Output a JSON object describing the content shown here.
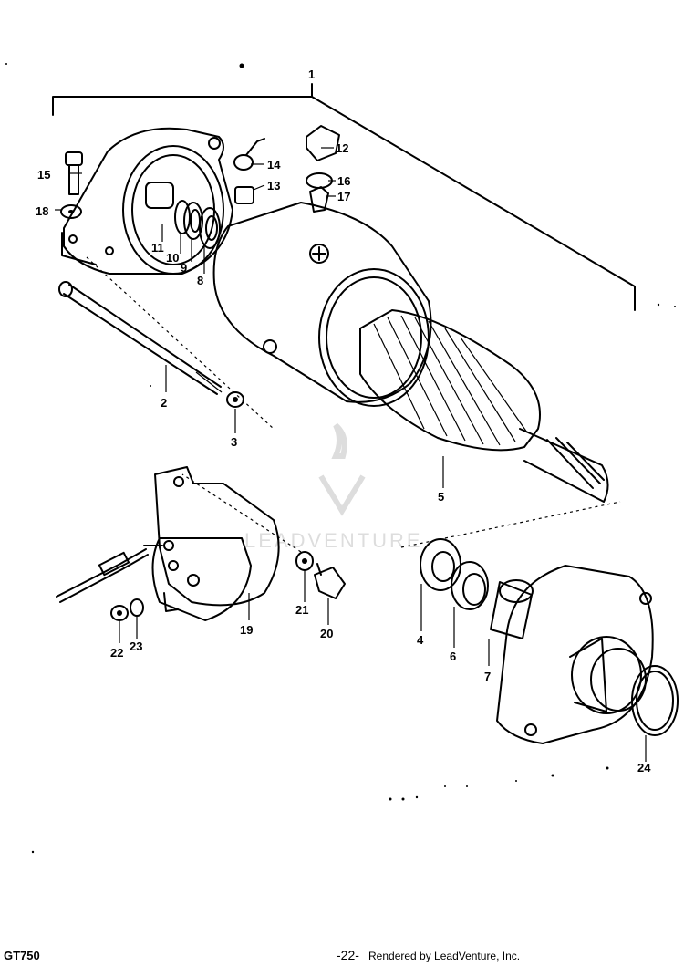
{
  "watermark": "LEADVENTURE",
  "labels": [
    {
      "id": "1",
      "text": "1"
    },
    {
      "id": "2",
      "text": "2"
    },
    {
      "id": "3",
      "text": "3"
    },
    {
      "id": "4",
      "text": "4"
    },
    {
      "id": "5",
      "text": "5"
    },
    {
      "id": "6",
      "text": "6"
    },
    {
      "id": "7",
      "text": "7"
    },
    {
      "id": "8",
      "text": "8"
    },
    {
      "id": "9",
      "text": "9"
    },
    {
      "id": "10",
      "text": "10"
    },
    {
      "id": "11",
      "text": "11"
    },
    {
      "id": "12",
      "text": "12"
    },
    {
      "id": "13",
      "text": "13"
    },
    {
      "id": "14",
      "text": "14"
    },
    {
      "id": "15",
      "text": "15"
    },
    {
      "id": "16",
      "text": "16"
    },
    {
      "id": "17",
      "text": "17"
    },
    {
      "id": "18",
      "text": "18"
    },
    {
      "id": "19",
      "text": "19"
    },
    {
      "id": "20",
      "text": "20"
    },
    {
      "id": "21",
      "text": "21"
    },
    {
      "id": "22",
      "text": "22"
    },
    {
      "id": "23",
      "text": "23"
    },
    {
      "id": "24",
      "text": "24"
    }
  ],
  "footer": {
    "model": "GT750",
    "page": "-22-",
    "credit": "Rendered by LeadVenture, Inc."
  }
}
